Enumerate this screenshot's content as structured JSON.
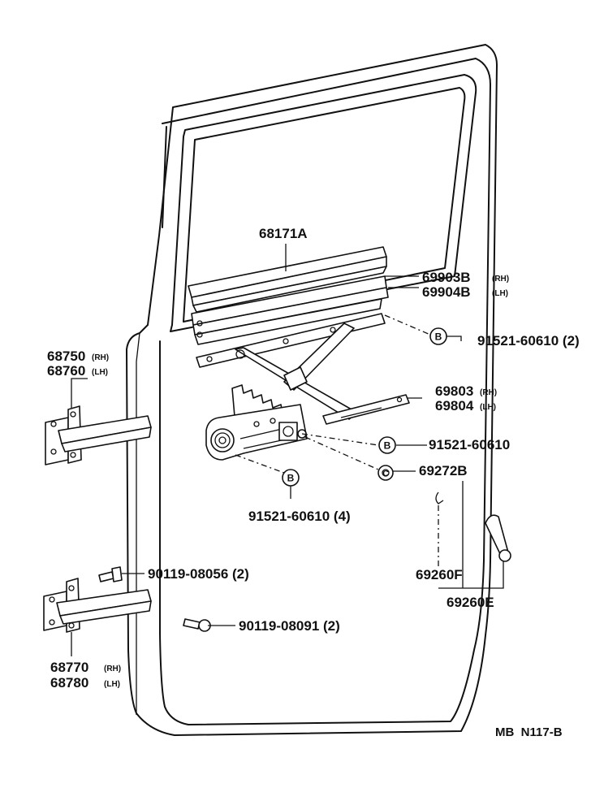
{
  "parts": {
    "run_channel": {
      "number": "68171A"
    },
    "channel_upper": {
      "number": "69903B",
      "side": "(RH)"
    },
    "channel_lower": {
      "number": "69904B",
      "side": "(LH)"
    },
    "bolt_channel": {
      "ref": "B",
      "number": "91521-60610 (2)"
    },
    "hinge_upper_rh": {
      "number": "68750",
      "side": "(RH)"
    },
    "hinge_upper_lh": {
      "number": "68760",
      "side": "(LH)"
    },
    "regulator_rh": {
      "number": "69803",
      "side": "(RH)"
    },
    "regulator_lh": {
      "number": "69804",
      "side": "(LH)"
    },
    "bolt_regulator": {
      "ref": "B",
      "number": "91521-60610"
    },
    "clip": {
      "ref": "C",
      "number": "69272B"
    },
    "bolt_base": {
      "ref": "B",
      "number": "91521-60610 (4)"
    },
    "screw_hinge": {
      "number": "90119-08056 (2)"
    },
    "rod": {
      "number": "69260F"
    },
    "handle": {
      "number": "69260E"
    },
    "screw_lower": {
      "number": "90119-08091 (2)"
    },
    "hinge_lower_rh": {
      "number": "68770",
      "side": "(RH)"
    },
    "hinge_lower_lh": {
      "number": "68780",
      "side": "(LH)"
    }
  },
  "footer": {
    "code": "MB  N117-B"
  }
}
